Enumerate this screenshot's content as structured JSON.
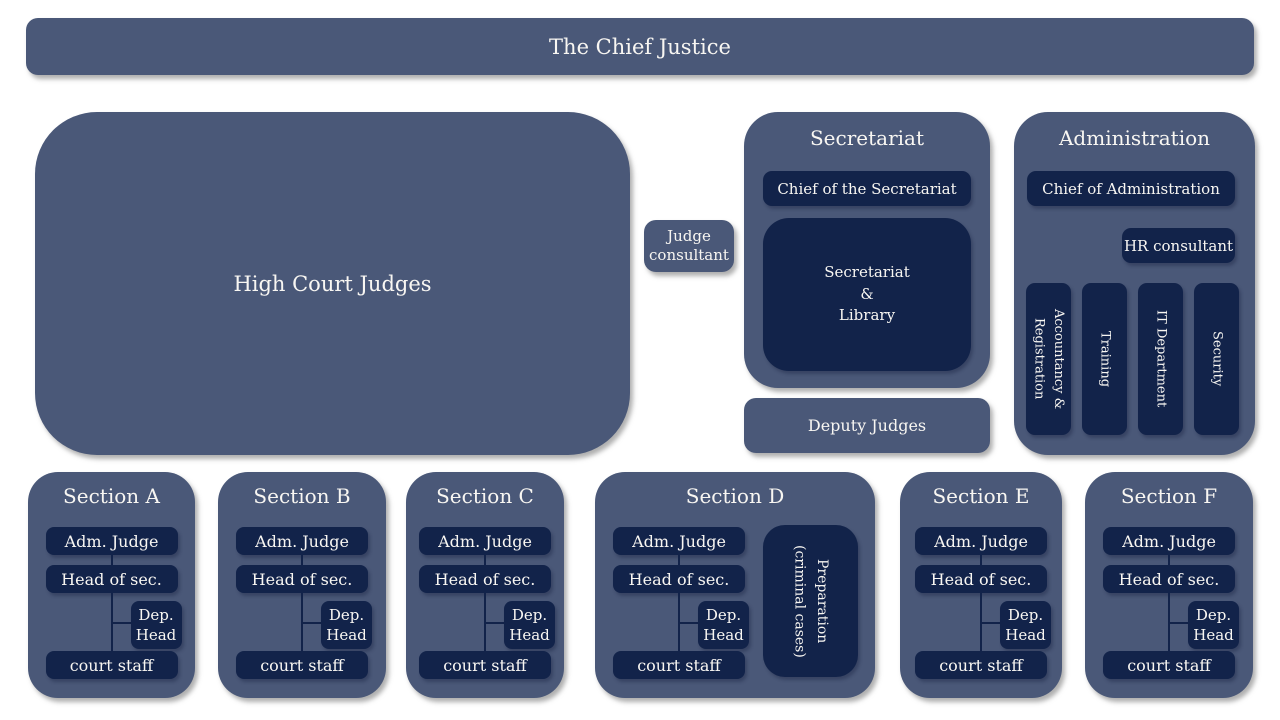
{
  "title_banner": "The Chief Justice",
  "high_court": {
    "label": "High Court Judges"
  },
  "judge_consultant": {
    "label": "Judge consultant"
  },
  "secretariat": {
    "title": "Secretariat",
    "chief": "Chief of the Secretariat",
    "library": "Secretariat\n&\nLibrary"
  },
  "deputy_judges": {
    "label": "Deputy Judges"
  },
  "administration": {
    "title": "Administration",
    "chief": "Chief of Administration",
    "hr": "HR consultant",
    "departments": [
      {
        "label": "Accountancy & Registration"
      },
      {
        "label": "Training"
      },
      {
        "label": "IT Department"
      },
      {
        "label": "Security"
      }
    ]
  },
  "sections": [
    {
      "title": "Section A",
      "adm_judge": "Adm. Judge",
      "head_of_sec": "Head of sec.",
      "dep_head": "Dep. Head",
      "court_staff": "court staff"
    },
    {
      "title": "Section B",
      "adm_judge": "Adm. Judge",
      "head_of_sec": "Head of sec.",
      "dep_head": "Dep. Head",
      "court_staff": "court staff"
    },
    {
      "title": "Section C",
      "adm_judge": "Adm. Judge",
      "head_of_sec": "Head of sec.",
      "dep_head": "Dep. Head",
      "court_staff": "court staff"
    },
    {
      "title": "Section D",
      "adm_judge": "Adm. Judge",
      "head_of_sec": "Head of sec.",
      "dep_head": "Dep. Head",
      "court_staff": "court staff",
      "preparation": "Preparation (criminal cases)"
    },
    {
      "title": "Section E",
      "adm_judge": "Adm. Judge",
      "head_of_sec": "Head of sec.",
      "dep_head": "Dep. Head",
      "court_staff": "court staff"
    },
    {
      "title": "Section F",
      "adm_judge": "Adm. Judge",
      "head_of_sec": "Head of sec.",
      "dep_head": "Dep. Head",
      "court_staff": "court staff"
    }
  ],
  "colors": {
    "node_medium": "#4a5878",
    "node_dark": "#12234a",
    "text": "#f8f6f2",
    "background": "#ffffff"
  }
}
